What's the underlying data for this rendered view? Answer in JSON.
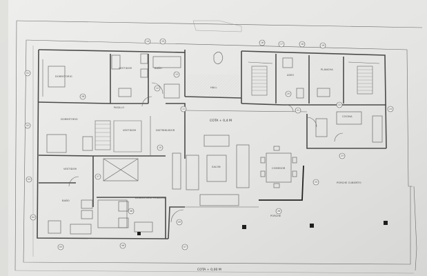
{
  "drawing": {
    "level_label_upper": "COTA + 0,4 M",
    "level_label_lower": "COTA + 0,00 M",
    "rooms": [
      {
        "id": "dormitorio-1",
        "label": "DORMITORIO"
      },
      {
        "id": "vestidor-1",
        "label": "VESTIDOR"
      },
      {
        "id": "bano-1",
        "label": "BAÑO"
      },
      {
        "id": "hall",
        "label": "HALL"
      },
      {
        "id": "aseo",
        "label": "ASEO"
      },
      {
        "id": "plancha",
        "label": "PLANCHA"
      },
      {
        "id": "dormitorio-2",
        "label": "DORMITORIO"
      },
      {
        "id": "pasillo",
        "label": "PASILLO"
      },
      {
        "id": "vestidor-2",
        "label": "VESTIDOR"
      },
      {
        "id": "distribuidor",
        "label": "DISTRIBUIDOR"
      },
      {
        "id": "cocina",
        "label": "COCINA"
      },
      {
        "id": "salon",
        "label": "SALON"
      },
      {
        "id": "comedor",
        "label": "COMEDOR"
      },
      {
        "id": "vestidor-3",
        "label": "VESTIDOR"
      },
      {
        "id": "bano-2",
        "label": "BAÑO"
      },
      {
        "id": "dormitorio-principal",
        "label": "DORMITORIO PRINCIPAL"
      },
      {
        "id": "porche",
        "label": "PORCHE"
      },
      {
        "id": "porche-cubierto",
        "label": "PORCHE CUBIERTO"
      }
    ],
    "markers": [
      "01",
      "02",
      "03",
      "04",
      "05",
      "06",
      "07",
      "08",
      "09",
      "10",
      "11",
      "12",
      "13",
      "14",
      "15",
      "16",
      "17",
      "18",
      "19",
      "20",
      "21",
      "22",
      "23",
      "24",
      "25",
      "26",
      "27",
      "28"
    ]
  }
}
